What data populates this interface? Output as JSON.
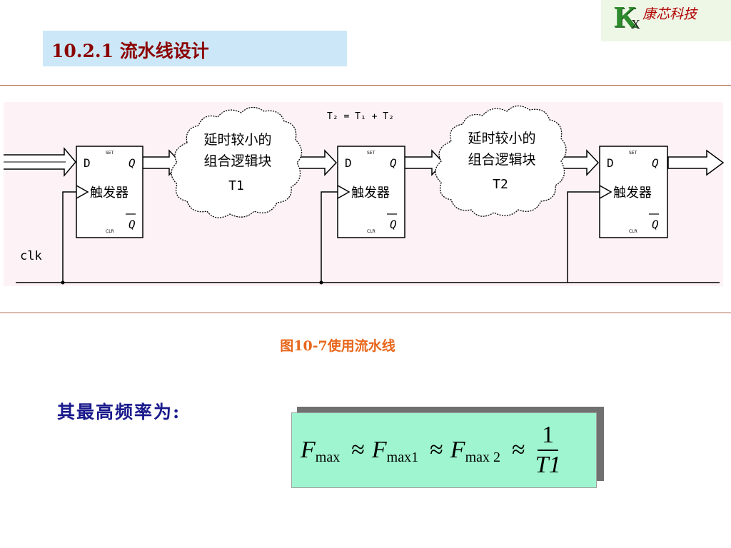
{
  "logo": {
    "mark": "K",
    "mark_sub": "X",
    "company": "康芯科技"
  },
  "title": "10.2.1  流水线设计",
  "diagram": {
    "label_top": "T₂ = T₁ + T₂",
    "clock_label": "clk",
    "flipflops": [
      {
        "d": "D",
        "q": "Q",
        "qbar": "Q",
        "name": "触发器",
        "set": "SET",
        "clr": "CLR"
      },
      {
        "d": "D",
        "q": "Q",
        "qbar": "Q",
        "name": "触发器",
        "set": "SET",
        "clr": "CLR"
      },
      {
        "d": "D",
        "q": "Q",
        "qbar": "Q",
        "name": "触发器",
        "set": "SET",
        "clr": "CLR"
      }
    ],
    "clouds": [
      {
        "line1": "延时较小的",
        "line2": "组合逻辑块",
        "line3": "T1"
      },
      {
        "line1": "延时较小的",
        "line2": "组合逻辑块",
        "line3": "T2"
      }
    ]
  },
  "caption": "图10-7使用流水线",
  "freq_label": "其最高频率为:",
  "formula": {
    "f": "F",
    "sub0": "max",
    "sub1": "max1",
    "sub2": "max 2",
    "approx": "≈",
    "numerator": "1",
    "denominator": "T1"
  }
}
